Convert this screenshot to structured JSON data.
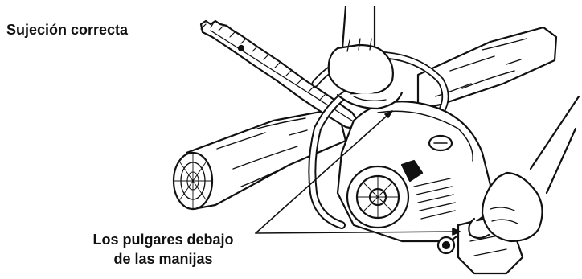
{
  "title": "Sujeción correcta",
  "callout": {
    "line1": "Los pulgares debajo",
    "line2": "de las manijas"
  }
}
